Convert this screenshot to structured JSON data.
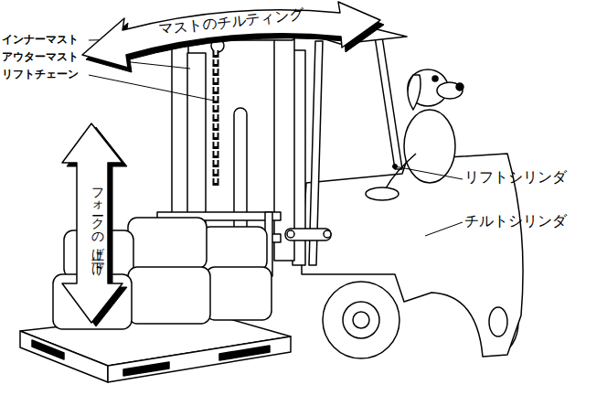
{
  "diagram": {
    "nodes": [
      {
        "text": [
          "マストのチルティング"
        ]
      },
      {
        "text": [
          "フォークの上げ下げ"
        ]
      }
    ],
    "labels": [
      "インナーマスト",
      "アウターマスト",
      "リフトチェーン",
      "リフトシリンダ",
      "チルトシリンダ"
    ]
  }
}
